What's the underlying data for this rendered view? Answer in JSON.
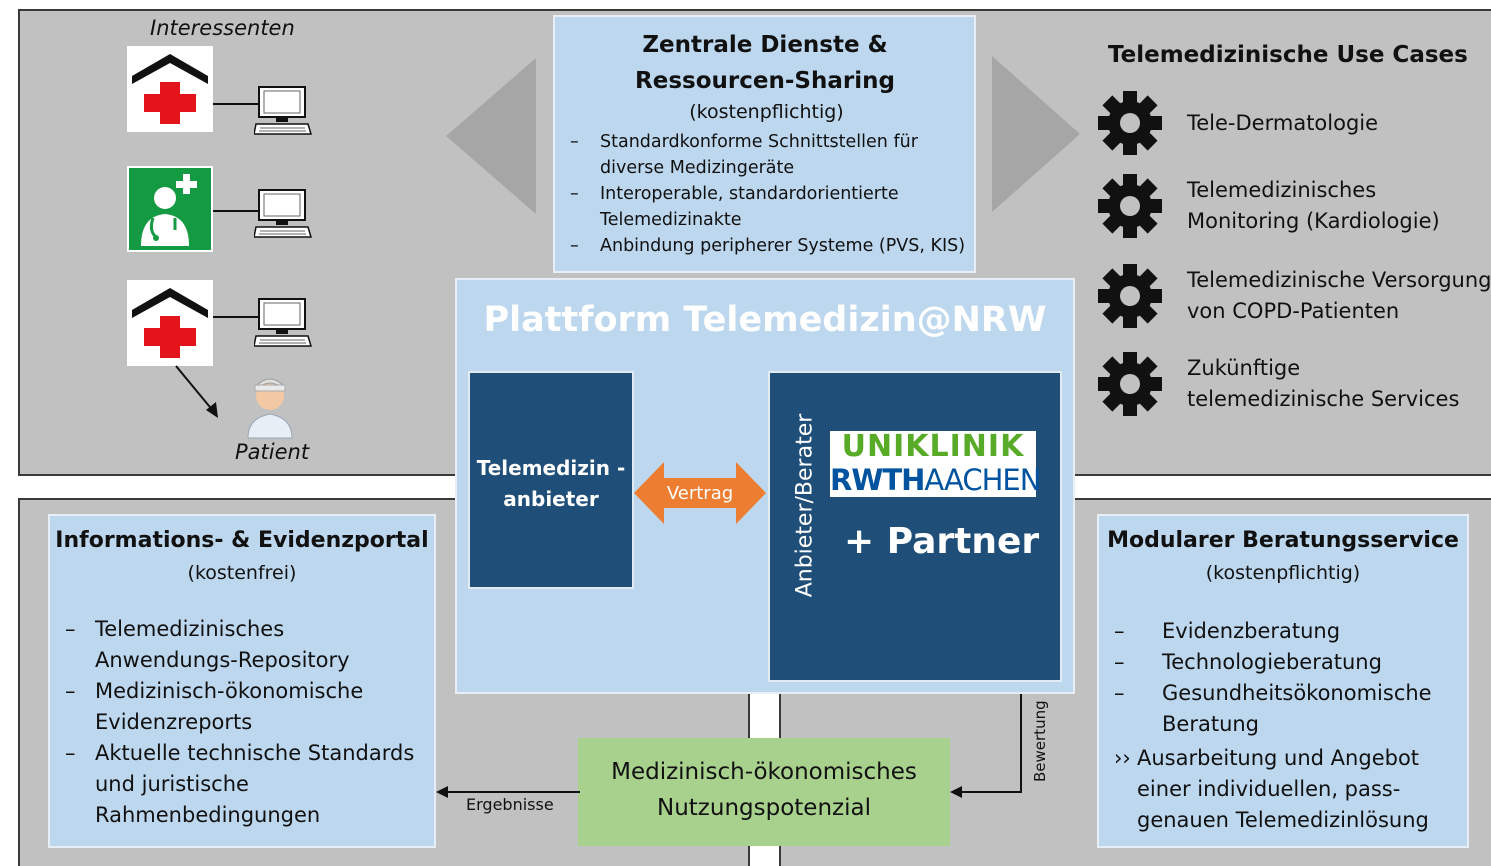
{
  "interessenten_label": "Interessenten",
  "patient_label": "Patient",
  "central": {
    "title": "Zentrale Dienste & Ressourcen-Sharing",
    "cost": "(kostenpflichtig)",
    "items": [
      "Standardkonforme Schnittstellen für diverse Medizingeräte",
      "Interoperable, standardorientierte Telemedizinakte",
      "Anbindung peripherer Systeme (PVS, KIS)"
    ]
  },
  "usecases": {
    "title": "Telemedizinische Use Cases",
    "items": [
      "Tele-Dermatologie",
      "Telemedizinisches Monitoring (Kardiologie)",
      "Telemedizinische Versorgung von COPD-Patienten",
      "Zukünftige telemedizinische Services"
    ]
  },
  "platform": {
    "title": "Plattform Telemedizin@NRW",
    "provider": "Telemedizin -anbieter",
    "contract": "Vertrag",
    "advisor_vertical": "Anbieter/Berater",
    "logo_line1": "UNIKLINIK",
    "logo_rwth": "RWTH",
    "logo_aachen": "AACHEN",
    "partner": "+ Partner"
  },
  "info_portal": {
    "title": "Informations- & Evidenzportal",
    "cost": "(kostenfrei)",
    "items": [
      "Telemedizinisches Anwendungs-Repository",
      "Medizinisch-ökonomische Evidenzreports",
      "Aktuelle technische Standards und juristische Rahmenbedingungen"
    ]
  },
  "beratung": {
    "title": "Modularer Beratungsservice",
    "cost": "(kostenpflichtig)",
    "items": [
      "Evidenzberatung",
      "Technologieberatung",
      "Gesundheitsökonomische Beratung"
    ],
    "extra": "Ausarbeitung und Angebot einer individuellen, pass-genauen Telemedizinlösung",
    "extra_marker": "››"
  },
  "nutzung": {
    "label": "Medizinisch-ökonomisches Nutzungspotenzial",
    "ergebnisse": "Ergebnisse",
    "bewertung": "Bewertung"
  },
  "colors": {
    "panel_gray": "#c1c1c1",
    "light_blue": "#bdd7ee",
    "dark_blue": "#1f4e79",
    "green_box": "#a9d18e",
    "orange_arrow": "#ed7d31",
    "red_cross": "#e3151a",
    "green_sign": "#149a43"
  }
}
